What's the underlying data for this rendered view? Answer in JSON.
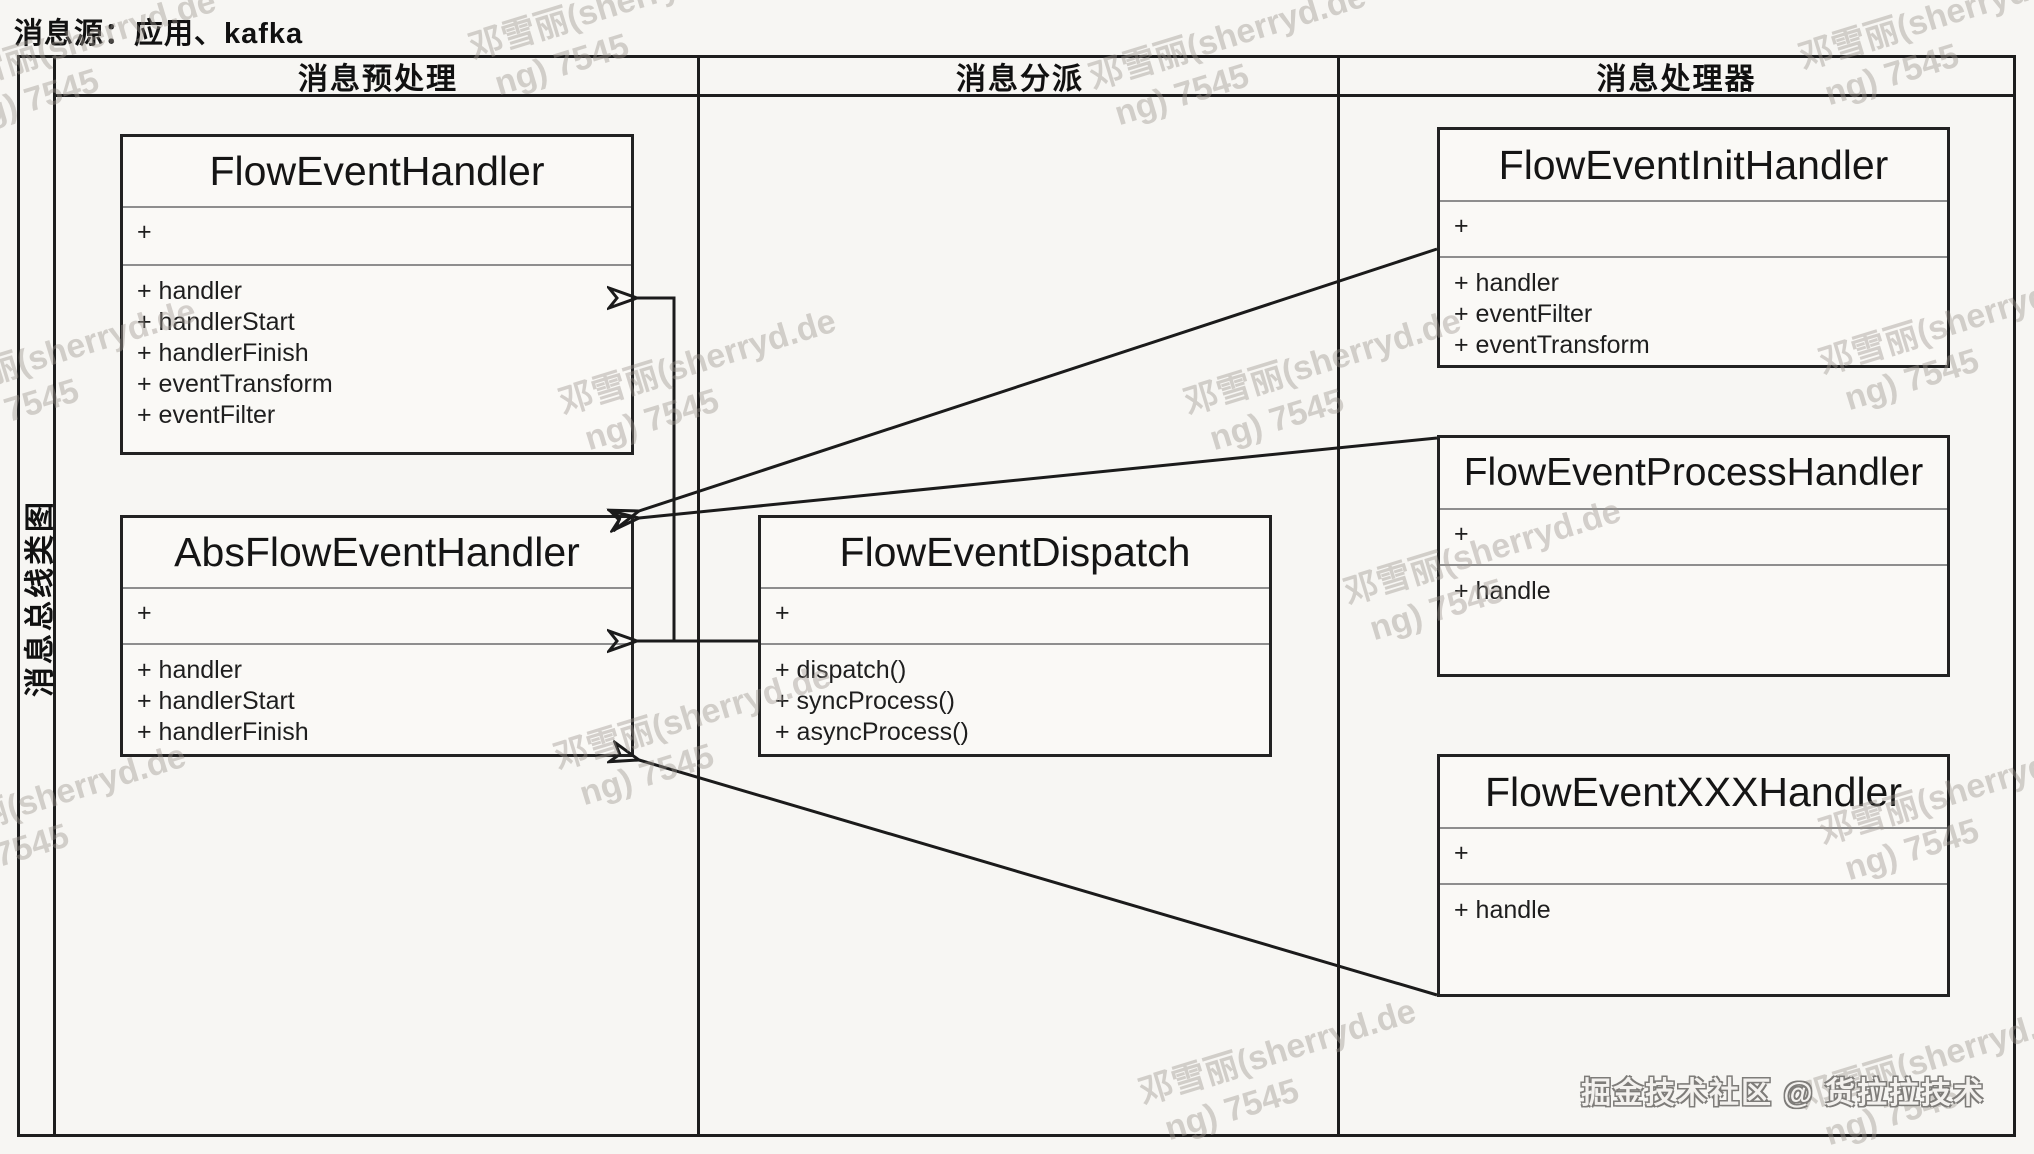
{
  "page": {
    "source_label": "消息源：应用、kafka",
    "sidebar_label": "消息总线类图",
    "credit": "掘金技术社区 @ 货拉拉技术",
    "watermark": {
      "line1": "邓雪丽(sherryd.de",
      "line2": "ng) 7545"
    }
  },
  "columns": [
    {
      "id": "preprocess",
      "label": "消息预处理"
    },
    {
      "id": "dispatch",
      "label": "消息分派"
    },
    {
      "id": "handlers",
      "label": "消息处理器"
    }
  ],
  "classes": [
    {
      "id": "FlowEventHandler",
      "title": "FlowEventHandler",
      "attributes": [
        "+"
      ],
      "methods": [
        "+ handler",
        "+ handlerStart",
        "+ handlerFinish",
        "+ eventTransform",
        "+ eventFilter"
      ]
    },
    {
      "id": "AbsFlowEventHandler",
      "title": "AbsFlowEventHandler",
      "attributes": [
        "+"
      ],
      "methods": [
        "+ handler",
        "+ handlerStart",
        "+ handlerFinish"
      ]
    },
    {
      "id": "FlowEventDispatch",
      "title": "FlowEventDispatch",
      "attributes": [
        "+"
      ],
      "methods": [
        "+ dispatch()",
        "+ syncProcess()",
        "+ asyncProcess()"
      ]
    },
    {
      "id": "FlowEventInitHandler",
      "title": "FlowEventInitHandler",
      "attributes": [
        "+"
      ],
      "methods": [
        "+ handler",
        "+ eventFilter",
        "+ eventTransform"
      ]
    },
    {
      "id": "FlowEventProcessHandler",
      "title": "FlowEventProcessHandler",
      "attributes": [
        "+"
      ],
      "methods": [
        "+ handle"
      ]
    },
    {
      "id": "FlowEventXXXHandler",
      "title": "FlowEventXXXHandler",
      "attributes": [
        "+"
      ],
      "methods": [
        "+ handle"
      ]
    }
  ],
  "relations": [
    {
      "from": "FlowEventDispatch",
      "to": "FlowEventHandler",
      "style": "elbow-arrow"
    },
    {
      "from": "FlowEventDispatch",
      "to": "AbsFlowEventHandler",
      "style": "straight-arrow"
    },
    {
      "from": "FlowEventInitHandler",
      "to": "AbsFlowEventHandler",
      "style": "diagonal-arrow"
    },
    {
      "from": "FlowEventProcessHandler",
      "to": "AbsFlowEventHandler",
      "style": "diagonal-arrow"
    },
    {
      "from": "FlowEventXXXHandler",
      "to": "AbsFlowEventHandler",
      "style": "diagonal-arrow"
    }
  ]
}
